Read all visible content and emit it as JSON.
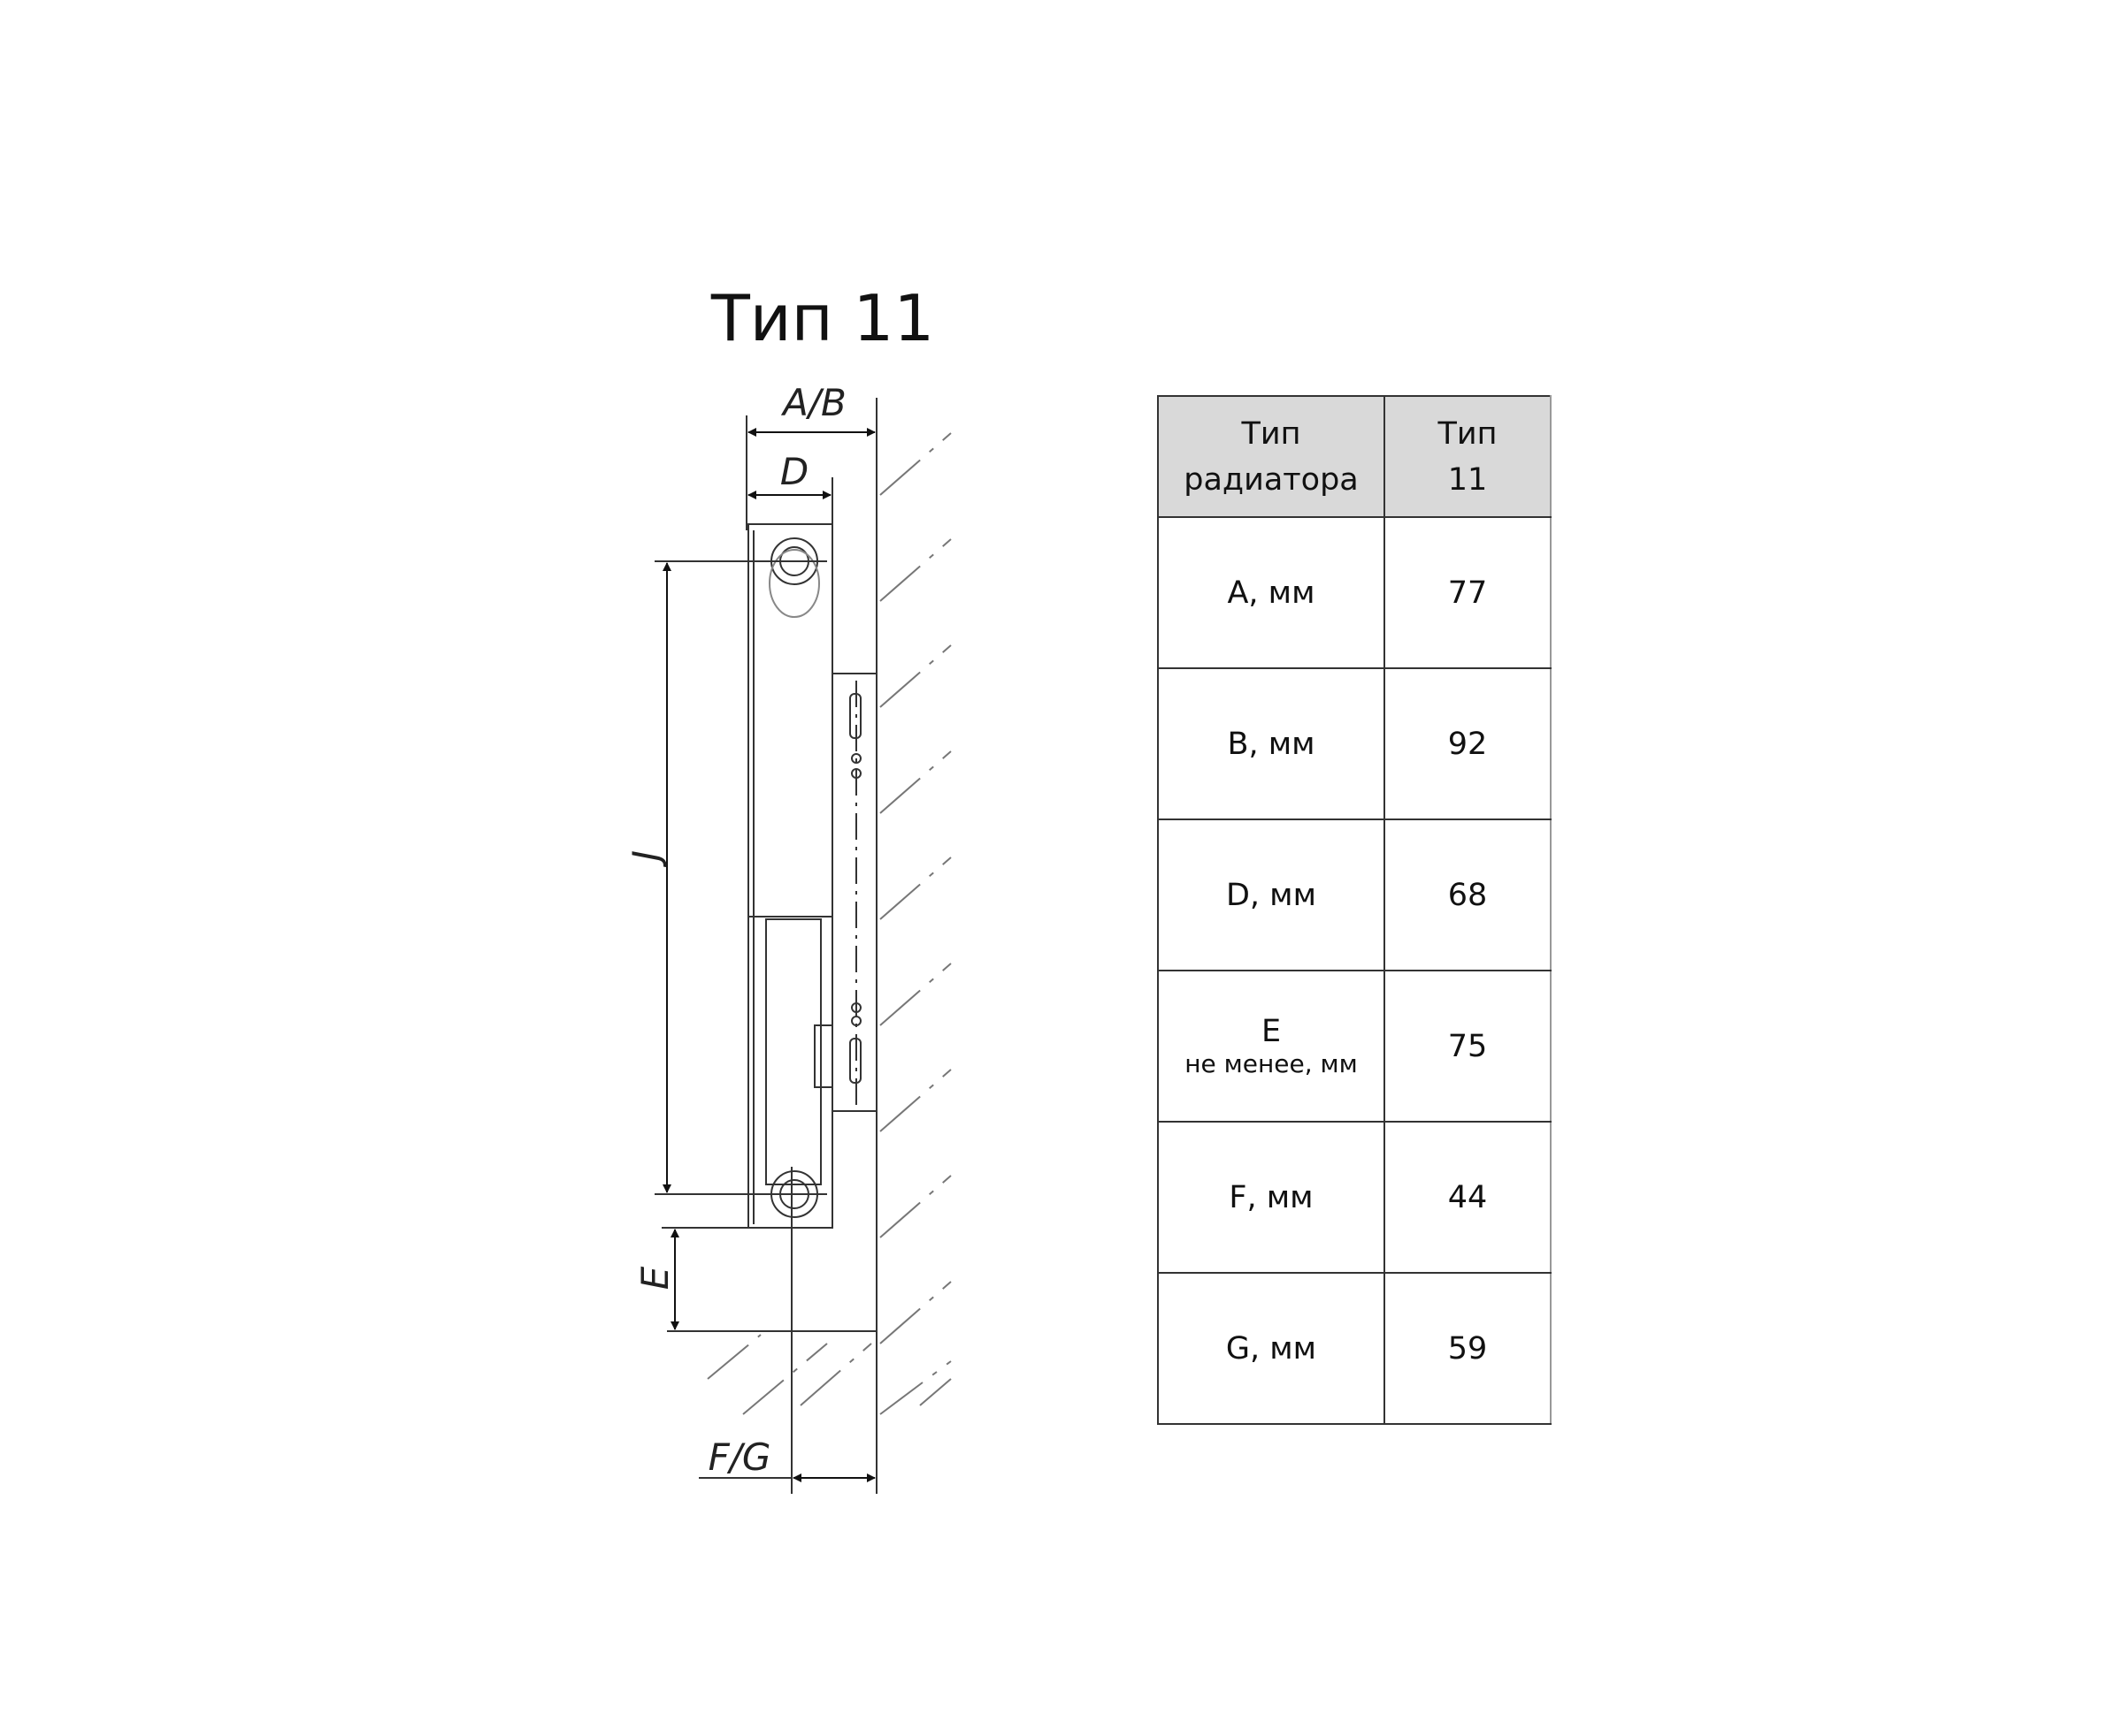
{
  "title": "Тип 11",
  "drawing_labels": {
    "ab": "A/B",
    "d": "D",
    "j": "J",
    "e": "E",
    "fg": "F/G"
  },
  "table": {
    "header": {
      "col1_line1": "Тип",
      "col1_line2": "радиатора",
      "col2_line1": "Тип",
      "col2_line2": "11"
    },
    "rows": [
      {
        "label": "А, мм",
        "value": "77"
      },
      {
        "label": "В, мм",
        "value": "92"
      },
      {
        "label": "D, мм",
        "value": "68"
      },
      {
        "label": "E",
        "sublabel": "не менее, мм",
        "value": "75"
      },
      {
        "label": "F, мм",
        "value": "44"
      },
      {
        "label": "G, мм",
        "value": "59"
      }
    ]
  },
  "colors": {
    "header_bg": "#d9d9d9",
    "line": "#333333"
  }
}
